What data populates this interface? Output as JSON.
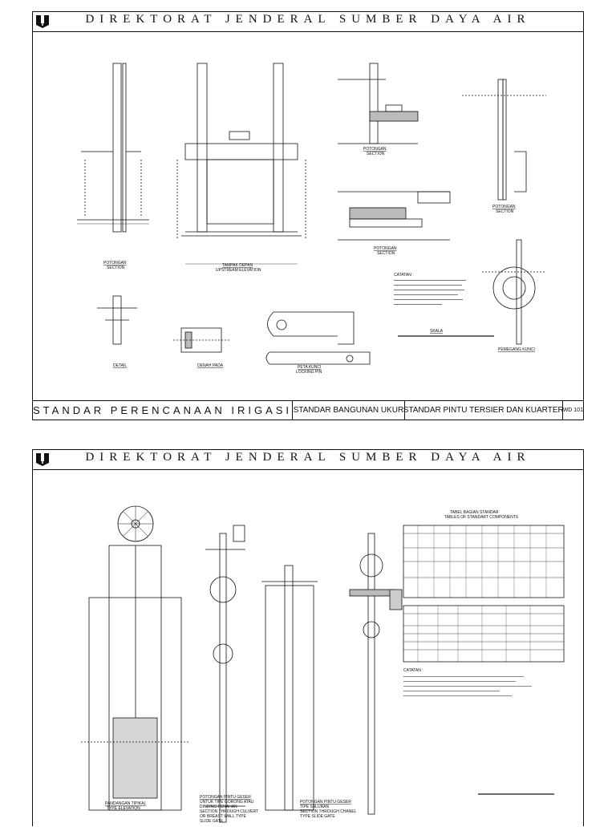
{
  "sheet1": {
    "header": "DIREKTORAT JENDERAL SUMBER DAYA AIR",
    "footer": {
      "main": "STANDAR PERENCANAAN IRIGASI",
      "sub1": "STANDAR BANGUNAN UKUR",
      "sub2": "STANDAR PINTU TERSIER DAN KUARTER",
      "code": "WD 101"
    },
    "labels": {
      "potongan_a": "POTONGAN",
      "section_a": "SECTION",
      "tampak_depan": "TAMPAK DEPAN",
      "upstream": "UPSTREAM ELEVATION",
      "potongan_c": "POTONGAN",
      "section_c": "SECTION",
      "potongan_b": "POTONGAN",
      "section_b": "SECTION",
      "potongan_e": "POTONGAN",
      "section_e": "SECTION",
      "catatan": "CATATAN :",
      "detail": "DETAIL",
      "denah": "DENAH PADA",
      "peta_kunci": "PETA KUNCI",
      "locking": "LOCKING PIN",
      "pemegang": "PEMEGANG KUNCI",
      "skala": "SKALA"
    }
  },
  "sheet2": {
    "header": "DIREKTORAT JENDERAL SUMBER DAYA AIR",
    "labels": {
      "table_title1": "TABEL BAGIAN STANDAR",
      "table_title2": "TABLES OF STANDART COMPONENTS",
      "pandangan1": "PANDANGAN TIPIKAL",
      "pandangan2": "TYPE ELEVATION",
      "pot_pintu1": "POTONGAN PINTU GESER",
      "pot_pintu2": "UNTUK TIPE GORONG ATAU",
      "pot_pintu3": "DINDING PENAHAN",
      "pot_pintu4": "SECTION THROUGH CULVERT",
      "pot_pintu5": "OR BREAST WALL TYPE",
      "pot_pintu6": "SLIDE GATE",
      "pot_sal1": "POTONGAN PINTU GESER",
      "pot_sal2": "TIPE SALURAN",
      "pot_sal3": "SECTION THROUGH CHANEL",
      "pot_sal4": "TYPE SLIDE GATE",
      "catatan": "CATATAN :"
    }
  }
}
